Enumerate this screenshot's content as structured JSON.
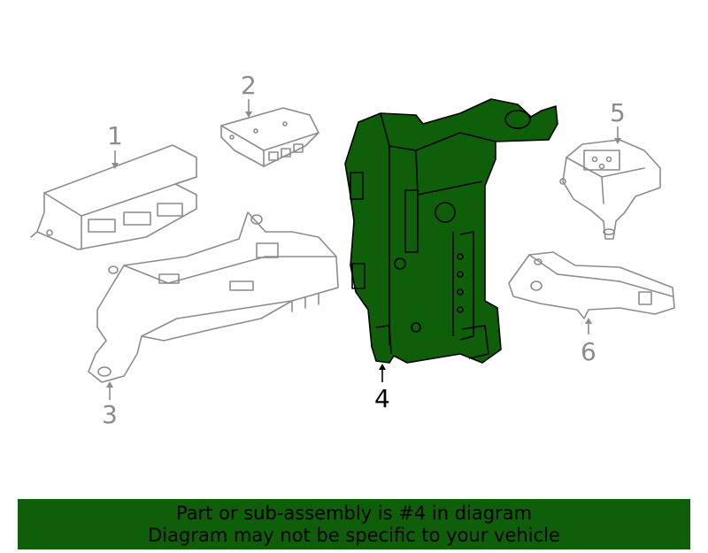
{
  "callouts": [
    {
      "id": "1",
      "label": "1",
      "highlighted": false
    },
    {
      "id": "2",
      "label": "2",
      "highlighted": false
    },
    {
      "id": "3",
      "label": "3",
      "highlighted": false
    },
    {
      "id": "4",
      "label": "4",
      "highlighted": true
    },
    {
      "id": "5",
      "label": "5",
      "highlighted": false
    },
    {
      "id": "6",
      "label": "6",
      "highlighted": false
    }
  ],
  "banner": {
    "line1": "Part or sub-assembly is #4 in diagram",
    "line2": "Diagram may not be specific to your vehicle"
  },
  "colors": {
    "highlight": "#0f5f0a",
    "outline": "#8c8c8c",
    "banner_bg": "#0f5f0a"
  }
}
